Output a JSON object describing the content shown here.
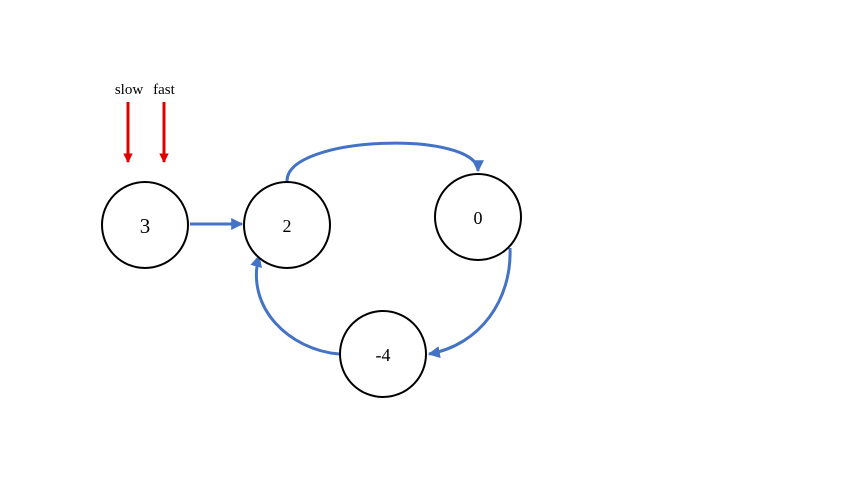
{
  "colors": {
    "edge": "#4472C4",
    "pointer": "#E00000",
    "node_stroke": "#000000"
  },
  "nodes": [
    {
      "id": "n3",
      "label": "3"
    },
    {
      "id": "n2",
      "label": "2"
    },
    {
      "id": "n0",
      "label": "0"
    },
    {
      "id": "nm4",
      "label": "-4"
    }
  ],
  "edges": [
    {
      "from": "3",
      "to": "2"
    },
    {
      "from": "2",
      "to": "0"
    },
    {
      "from": "0",
      "to": "-4"
    },
    {
      "from": "-4",
      "to": "2"
    }
  ],
  "pointers": [
    {
      "label": "slow",
      "target": "3"
    },
    {
      "label": "fast",
      "target": "3"
    }
  ]
}
